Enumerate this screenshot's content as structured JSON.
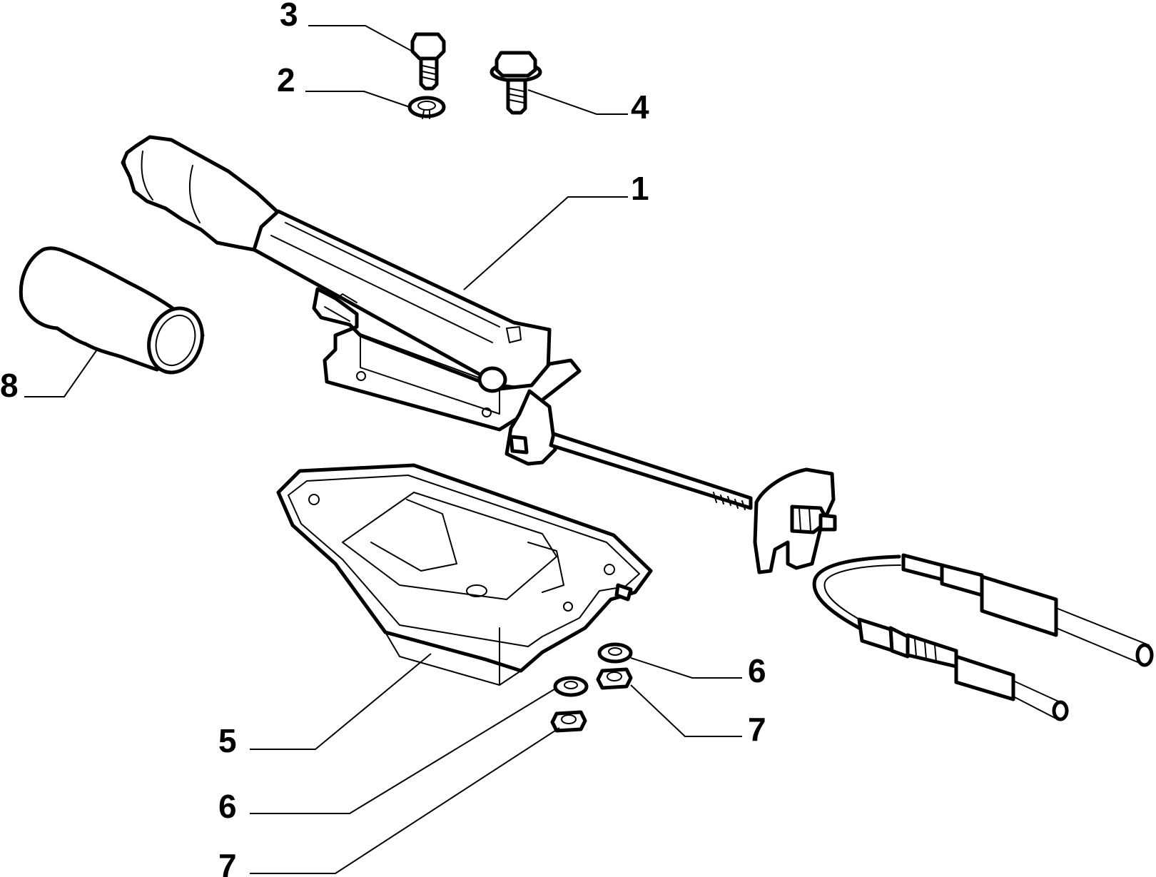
{
  "callouts": [
    {
      "id": "c3",
      "label": "3"
    },
    {
      "id": "c2",
      "label": "2"
    },
    {
      "id": "c4",
      "label": "4"
    },
    {
      "id": "c1",
      "label": "1"
    },
    {
      "id": "c8",
      "label": "8"
    },
    {
      "id": "c6a",
      "label": "6"
    },
    {
      "id": "c7a",
      "label": "7"
    },
    {
      "id": "c5",
      "label": "5"
    },
    {
      "id": "c6b",
      "label": "6"
    },
    {
      "id": "c7b",
      "label": "7"
    }
  ],
  "colors": {
    "line": "#000000",
    "background": "#ffffff"
  }
}
